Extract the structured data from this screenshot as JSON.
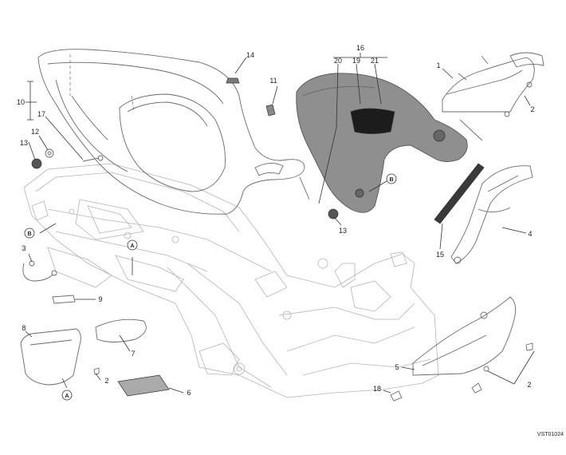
{
  "diagram": {
    "drawing_code": "VST01024",
    "callouts": {
      "c1": "1",
      "c2a": "2",
      "c2b": "2",
      "c2c": "2",
      "c3": "3",
      "c4": "4",
      "c5": "5",
      "c6": "6",
      "c7": "7",
      "c8": "8",
      "c9": "9",
      "c10": "10",
      "c11": "11",
      "c12": "12",
      "c13a": "13",
      "c13b": "13",
      "c14": "14",
      "c15": "15",
      "c16": "16",
      "c17": "17",
      "c18": "18",
      "c19": "19",
      "c20": "20",
      "c21": "21"
    },
    "ref_marks": {
      "a1": "A",
      "a2": "A",
      "b1": "B",
      "b2": "B"
    }
  }
}
